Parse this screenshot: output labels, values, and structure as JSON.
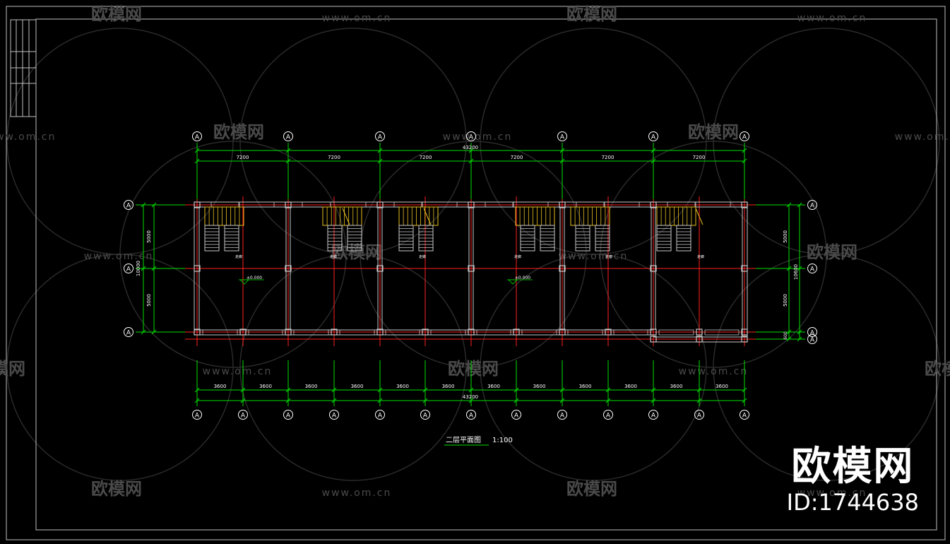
{
  "drawing": {
    "title": "二层平面图",
    "scale": "1:100",
    "elevation_labels": [
      "±0.000",
      "±0.000"
    ],
    "room_labels": [
      "走廊",
      "走廊",
      "走廊",
      "走廊",
      "走廊",
      "走廊"
    ],
    "top_dimensions": {
      "total": "43200",
      "segments": [
        "7200",
        "7200",
        "7200",
        "7200",
        "7200",
        "7200"
      ]
    },
    "bottom_dimensions": {
      "total": "43200",
      "segments": [
        "3600",
        "3600",
        "3600",
        "3600",
        "3600",
        "3600",
        "3600",
        "3600",
        "3600",
        "3600",
        "3600",
        "3600"
      ]
    },
    "left_dimensions": {
      "total": "10000",
      "segments": [
        "5000",
        "5000"
      ]
    },
    "right_dimensions": {
      "total": "10600",
      "segments": [
        "5000",
        "5000",
        "600"
      ]
    },
    "axis_label": "A"
  },
  "watermark": {
    "brand": "欧模网",
    "site": "www.om.cn",
    "id_text": "ID:1744638"
  },
  "colors": {
    "background": "#000000",
    "axis_line": "#ff2020",
    "dimension": "#00e000",
    "wall": "#c8c8c8",
    "stair": "#e8c020",
    "frame": "#bfbfbf",
    "text": "#ffffff"
  }
}
